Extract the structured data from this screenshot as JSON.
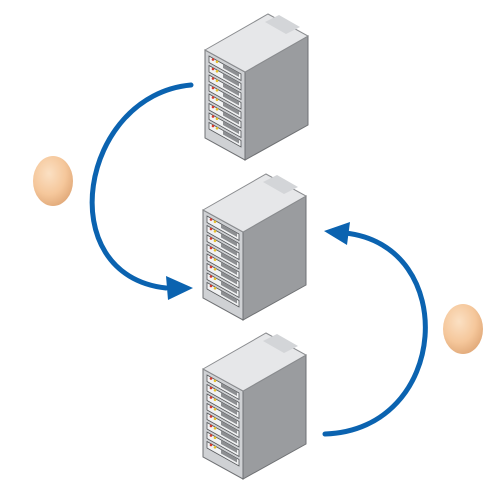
{
  "diagram": {
    "nodes": [
      {
        "id": "server-top",
        "icon": "server-tower-icon",
        "bays": 8
      },
      {
        "id": "server-middle",
        "icon": "server-tower-icon",
        "bays": 8
      },
      {
        "id": "server-bottom",
        "icon": "server-tower-icon",
        "bays": 8
      }
    ],
    "edges": [
      {
        "from": "server-top",
        "to": "server-middle",
        "token": "egg-icon"
      },
      {
        "from": "server-bottom",
        "to": "server-middle",
        "token": "egg-icon"
      }
    ]
  },
  "colors": {
    "arrow": "#0b63b0",
    "egg_fill": "#f5c79b",
    "egg_shade": "#e0a878",
    "server_front": "#cfd1d4",
    "server_side": "#9a9c9f",
    "server_top": "#e6e7e9",
    "led_red": "#d93a2b",
    "led_yellow": "#e6c12e"
  }
}
